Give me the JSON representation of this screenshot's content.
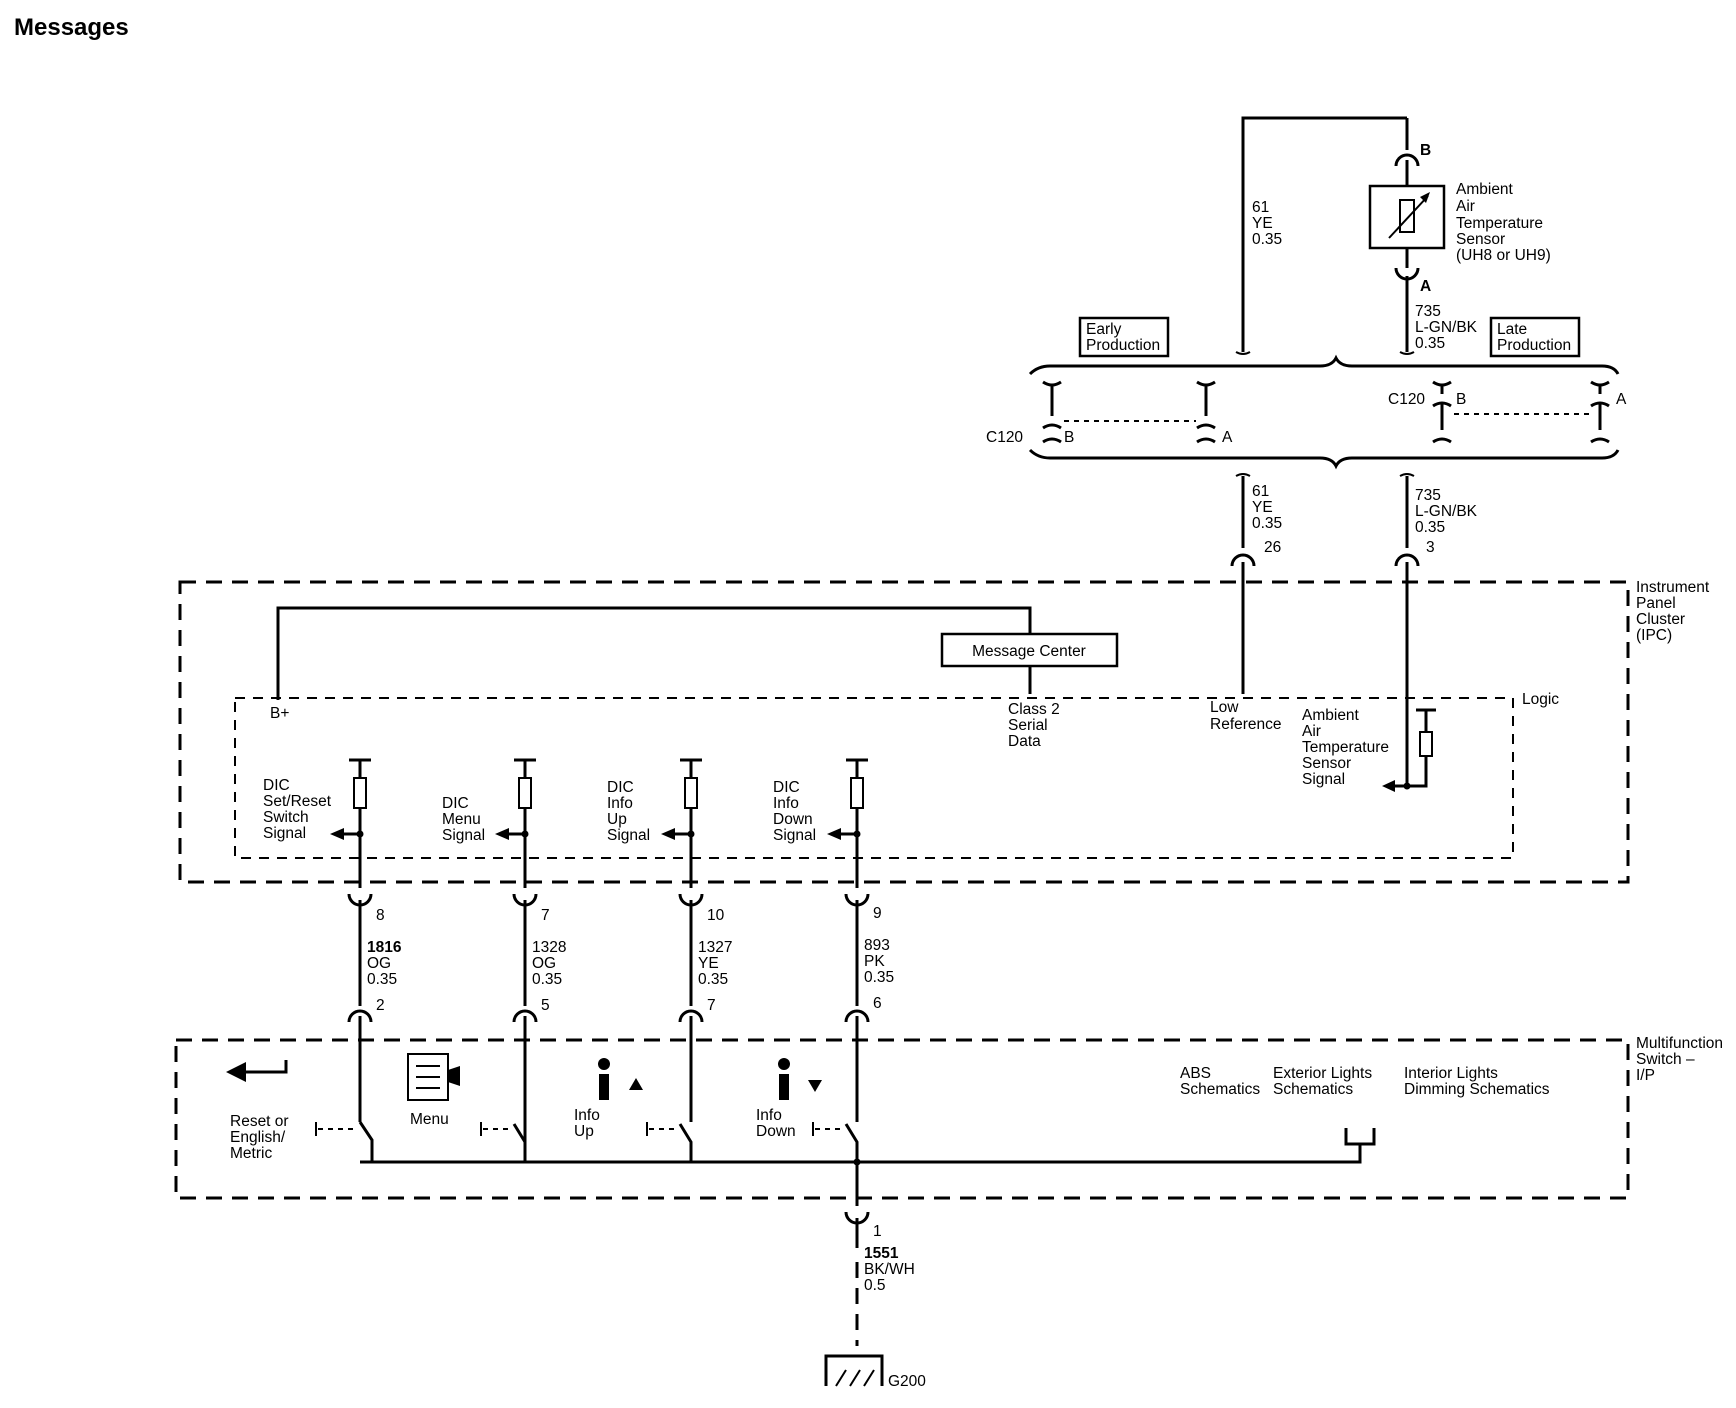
{
  "title": "Messages",
  "sensor": {
    "pin_top": "B",
    "pin_bottom": "A",
    "label": [
      "Ambient",
      "Air",
      "Temperature",
      "Sensor",
      "(UH8 or UH9)"
    ]
  },
  "wires": {
    "w61_upper": [
      "61",
      "YE",
      "0.35"
    ],
    "w735_upper": [
      "735",
      "L-GN/BK",
      "0.35"
    ],
    "w61_lower": [
      "61",
      "YE",
      "0.35"
    ],
    "w735_lower": [
      "735",
      "L-GN/BK",
      "0.35"
    ],
    "w1816": [
      "1816",
      "OG",
      "0.35"
    ],
    "w1328": [
      "1328",
      "OG",
      "0.35"
    ],
    "w1327": [
      "1327",
      "YE",
      "0.35"
    ],
    "w893": [
      "893",
      "PK",
      "0.35"
    ],
    "w1551": [
      "1551",
      "BK/WH",
      "0.5"
    ]
  },
  "production_boxes": {
    "early": [
      "Early",
      "Production"
    ],
    "late": [
      "Late",
      "Production"
    ]
  },
  "connectors": {
    "c120_left": "C120",
    "c120_right": "C120",
    "pin_b": "B",
    "pin_a": "A"
  },
  "ipc": {
    "label": [
      "Instrument",
      "Panel",
      "Cluster",
      "(IPC)"
    ],
    "logic_label": "Logic",
    "message_center": "Message Center",
    "b_plus": "B+",
    "class2": [
      "Class 2",
      "Serial",
      "Data"
    ],
    "low_ref": [
      "Low",
      "Reference"
    ],
    "ambient_signal": [
      "Ambient",
      "Air",
      "Temperature",
      "Sensor",
      "Signal"
    ],
    "pin_26": "26",
    "pin_3": "3",
    "dic_set_reset": [
      "DIC",
      "Set/Reset",
      "Switch",
      "Signal"
    ],
    "dic_menu": [
      "DIC",
      "Menu",
      "Signal"
    ],
    "dic_info_up": [
      "DIC",
      "Info",
      "Up",
      "Signal"
    ],
    "dic_info_down": [
      "DIC",
      "Info",
      "Down",
      "Signal"
    ]
  },
  "ipc_pins": {
    "p8": "8",
    "p7": "7",
    "p10": "10",
    "p9": "9"
  },
  "switch_pins": {
    "p2": "2",
    "p5": "5",
    "p7": "7",
    "p6": "6"
  },
  "mfs": {
    "label": [
      "Multifunction",
      "Switch –",
      "I/P"
    ],
    "reset": [
      "Reset or",
      "English/",
      "Metric"
    ],
    "menu": "Menu",
    "info_up": [
      "Info",
      "Up"
    ],
    "info_down": [
      "Info",
      "Down"
    ],
    "abs": [
      "ABS",
      "Schematics"
    ],
    "exterior": [
      "Exterior Lights",
      "Schematics"
    ],
    "interior": [
      "Interior Lights",
      "Dimming Schematics"
    ]
  },
  "ground": {
    "pin": "1",
    "name": "G200"
  }
}
